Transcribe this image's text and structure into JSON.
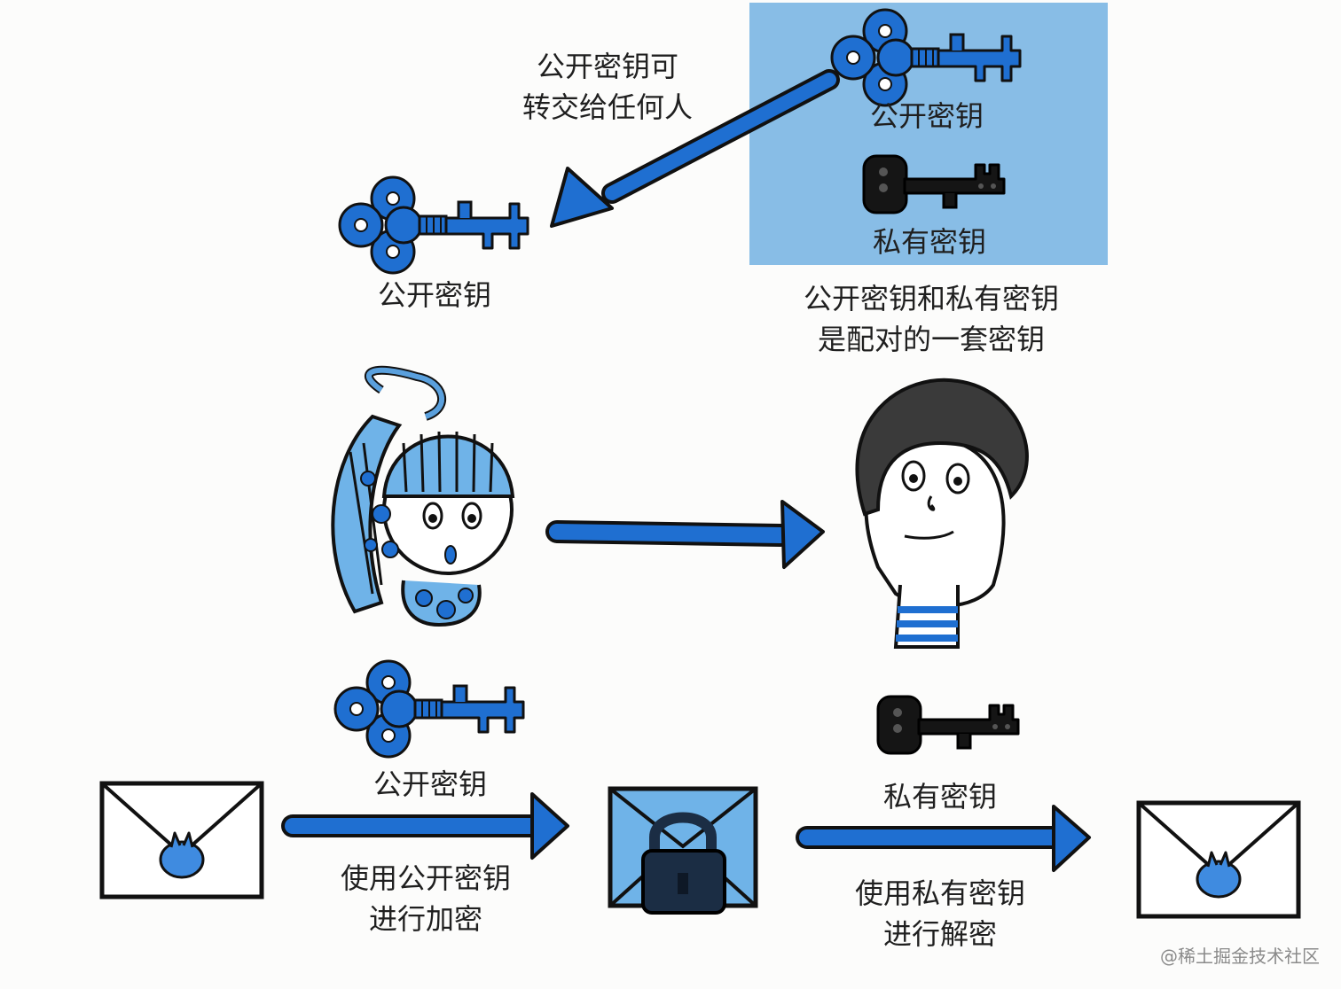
{
  "colors": {
    "accent_blue": "#1f6fd1",
    "light_blue": "#6fb3e8",
    "panel_blue": "#88bde6",
    "ink": "#1a1a1a"
  },
  "labels": {
    "give_public_key_line1": "公开密钥可",
    "give_public_key_line2": "转交给任何人",
    "panel_public_key": "公开密钥",
    "panel_private_key": "私有密钥",
    "received_public_key": "公开密钥",
    "pair_note_line1": "公开密钥和私有密钥",
    "pair_note_line2": "是配对的一套密钥",
    "encrypt_key": "公开密钥",
    "decrypt_key": "私有密钥",
    "encrypt_step_line1": "使用公开密钥",
    "encrypt_step_line2": "进行加密",
    "decrypt_step_line1": "使用私有密钥",
    "decrypt_step_line2": "进行解密"
  },
  "icons": [
    "public-key-icon",
    "private-key-icon",
    "girl-character",
    "boy-character",
    "envelope-icon",
    "locked-envelope-icon",
    "arrow-icon"
  ],
  "watermark": "@稀土掘金技术社区"
}
